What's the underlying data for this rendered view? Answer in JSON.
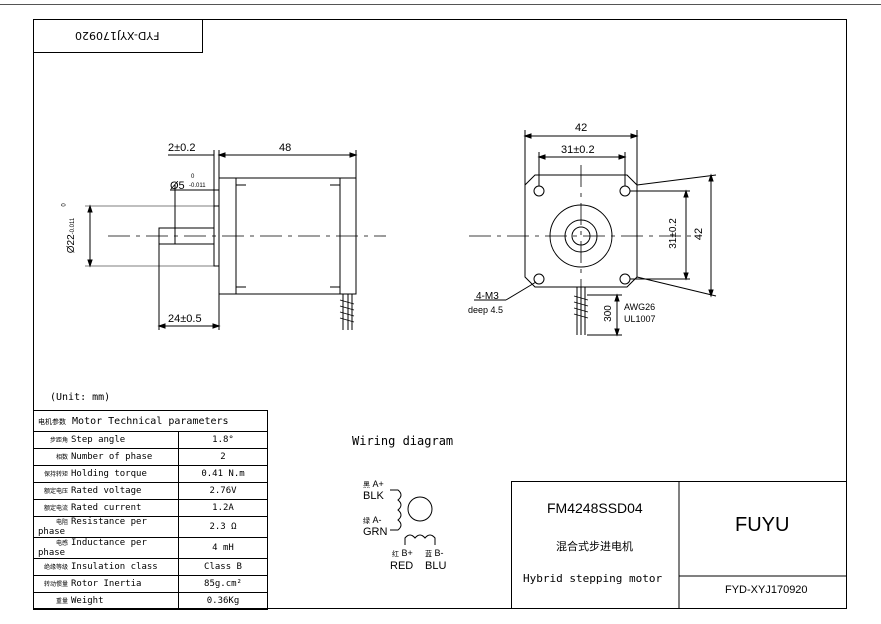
{
  "drawing_number_flipped": "FYD-XYJ170920",
  "unit_label": "(Unit:  mm)",
  "side_view": {
    "dim_shaft_step": "2±0.2",
    "dim_body_length": "48",
    "dim_shaft_dia": "Ø5",
    "dim_shaft_dia_tol_upper": "0",
    "dim_shaft_dia_tol_lower": "-0.011",
    "dim_boss_dia": "Ø22",
    "dim_boss_tol_upper": "0",
    "dim_boss_tol_lower": "-0.011",
    "dim_shaft_length": "24±0.5"
  },
  "front_view": {
    "dim_width": "42",
    "dim_hole_spacing_h": "31±0.2",
    "dim_hole_spacing_v": "31±0.2",
    "dim_height": "42",
    "mount_thread": "4-M3",
    "mount_depth": "deep 4.5",
    "lead_length": "300",
    "wire_gauge": "AWG26",
    "wire_type": "UL1007"
  },
  "params_table": {
    "title_cn": "电机参数",
    "title": "Motor Technical parameters",
    "rows": [
      {
        "cn": "步距角",
        "label": "Step angle",
        "value": "1.8°"
      },
      {
        "cn": "相数",
        "label": "Number of phase",
        "value": "2"
      },
      {
        "cn": "保持转矩",
        "label": "Holding torque",
        "value": "0.41 N.m"
      },
      {
        "cn": "额定电压",
        "label": "Rated voltage",
        "value": "2.76V"
      },
      {
        "cn": "额定电流",
        "label": "Rated current",
        "value": "1.2A"
      },
      {
        "cn": "电阻",
        "label": "Resistance per phase",
        "value": "2.3 Ω"
      },
      {
        "cn": "电感",
        "label": "Inductance per phase",
        "value": "4 mH"
      },
      {
        "cn": "绝缘等级",
        "label": "Insulation class",
        "value": "Class B"
      },
      {
        "cn": "转动惯量",
        "label": "Rotor Inertia",
        "value": "85g.cm²"
      },
      {
        "cn": "重量",
        "label": "Weight",
        "value": "0.36Kg"
      }
    ]
  },
  "wiring": {
    "title": "Wiring diagram",
    "a_plus_cn": "黑",
    "a_plus": "A+",
    "a_plus_color": "BLK",
    "a_minus_cn": "绿",
    "a_minus": "A-",
    "a_minus_color": "GRN",
    "b_plus_cn": "红",
    "b_plus": "B+",
    "b_plus_color": "RED",
    "b_minus_cn": "蓝",
    "b_minus": "B-",
    "b_minus_color": "BLU"
  },
  "title_block": {
    "model": "FM4248SSD04",
    "name_cn": "混合式步进电机",
    "name_en": "Hybrid stepping motor",
    "brand": "FUYU",
    "drawing_number": "FYD-XYJ170920"
  }
}
